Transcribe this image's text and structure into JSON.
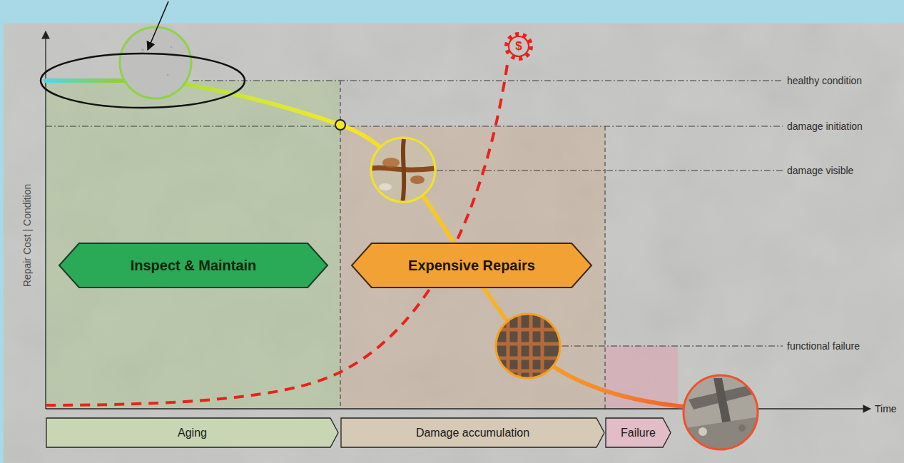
{
  "diagram": {
    "nodes": [
      {
        "text": [
          "Inspect & Maintain"
        ]
      },
      {
        "text": [
          "Expensive Repairs"
        ]
      },
      {
        "text": [
          "Aging"
        ]
      },
      {
        "text": [
          "Damage accumulation"
        ]
      },
      {
        "text": [
          "Failure"
        ]
      }
    ],
    "labels": [
      "healthy condition",
      "damage initiation",
      "damage visible",
      "functional failure",
      "Repair Cost | Condition",
      "Time",
      "$"
    ]
  }
}
